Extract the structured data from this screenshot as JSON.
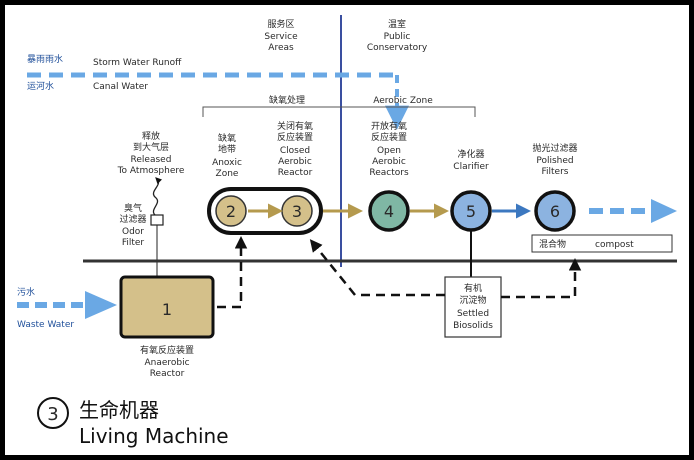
{
  "top_labels": {
    "service_cn": "服务区",
    "service_en1": "Service",
    "service_en2": "Areas",
    "public_cn": "温室",
    "public_en1": "Public",
    "public_en2": "Conservatory"
  },
  "inflows": {
    "storm_cn": "暴雨雨水",
    "storm_en": "Storm Water Runoff",
    "canal_cn": "运河水",
    "canal_en": "Canal Water"
  },
  "zones": {
    "anoxic_cn": "缺氧处理",
    "aerobic_en": "Aerobic Zone"
  },
  "released": {
    "cn1": "释放",
    "cn2": "到大气层",
    "en1": "Released",
    "en2": "To Atmosphere"
  },
  "odor": {
    "cn1": "臭气",
    "cn2": "过滤器",
    "en1": "Odor",
    "en2": "Filter"
  },
  "stages": {
    "s1": {
      "num": "1",
      "cn": "有氧反应装置",
      "en1": "Anaerobic",
      "en2": "Reactor"
    },
    "s2": {
      "num": "2",
      "cn1": "缺氧",
      "cn2": "地带",
      "en1": "Anoxic",
      "en2": "Zone"
    },
    "s3": {
      "num": "3",
      "cn1": "关闭有氧",
      "cn2": "反应装置",
      "en1": "Closed",
      "en2": "Aerobic",
      "en3": "Reactor"
    },
    "s4": {
      "num": "4",
      "cn1": "开放有氧",
      "cn2": "反应装置",
      "en1": "Open",
      "en2": "Aerobic",
      "en3": "Reactors"
    },
    "s5": {
      "num": "5",
      "cn": "净化器",
      "en": "Clarifier"
    },
    "s6": {
      "num": "6",
      "cn": "抛光过滤器",
      "en1": "Polished",
      "en2": "Filters"
    }
  },
  "waste": {
    "cn": "污水",
    "en": "Waste Water"
  },
  "compost": {
    "cn": "混合物",
    "en": "compost"
  },
  "biosolids": {
    "cn1": "有机",
    "cn2": "沉淀物",
    "en1": "Settled",
    "en2": "Biosolids"
  },
  "title": {
    "num": "3",
    "cn": "生命机器",
    "en": "Living Machine"
  },
  "colors": {
    "water_blue": "#6aa8e4",
    "reactor_tan": "#d4c08a",
    "reactor4": "#7fb7a4",
    "reactor56": "#8cb3e0",
    "flow_gold": "#b59a4e",
    "divider": "#3a4fa0"
  }
}
